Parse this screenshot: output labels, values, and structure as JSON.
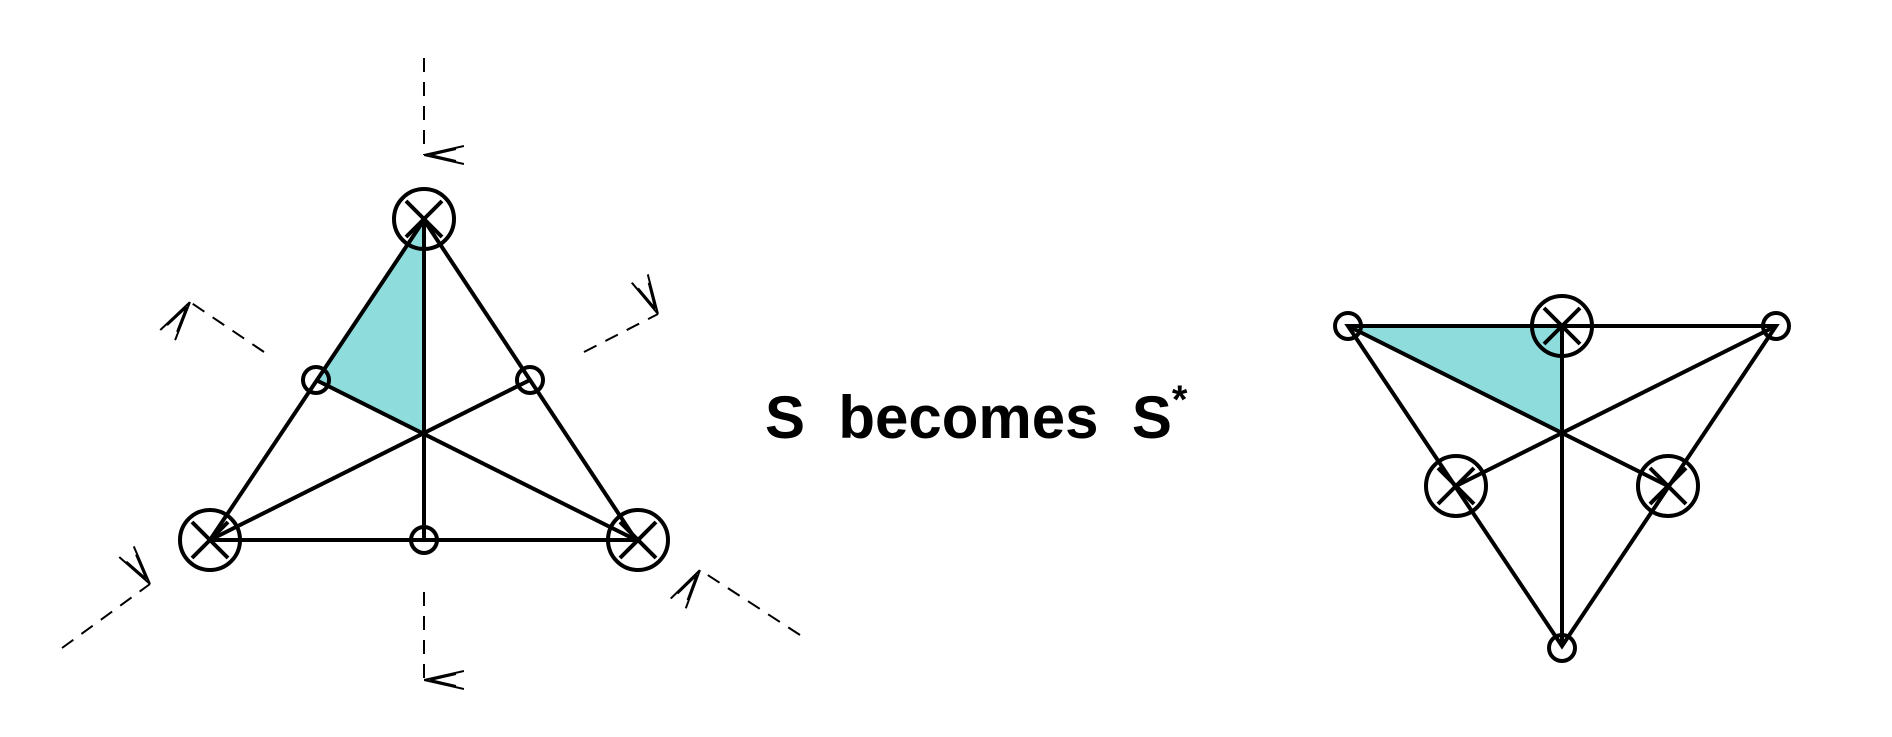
{
  "caption": {
    "letter": "S",
    "verb": "becomes",
    "result_letter": "S",
    "result_mark": "*"
  },
  "colors": {
    "ink": "#000000",
    "face_fill": "#8edcdc",
    "background": "#ffffff"
  },
  "left_figure": {
    "orientation": "apex-up",
    "large_circle_crosses": 3,
    "small_circles": 3,
    "shaded_faces": 1,
    "dashed_arrows": 6
  },
  "right_figure": {
    "orientation": "apex-down",
    "large_circle_crosses": 3,
    "small_circles": 3,
    "shaded_faces": 1
  }
}
